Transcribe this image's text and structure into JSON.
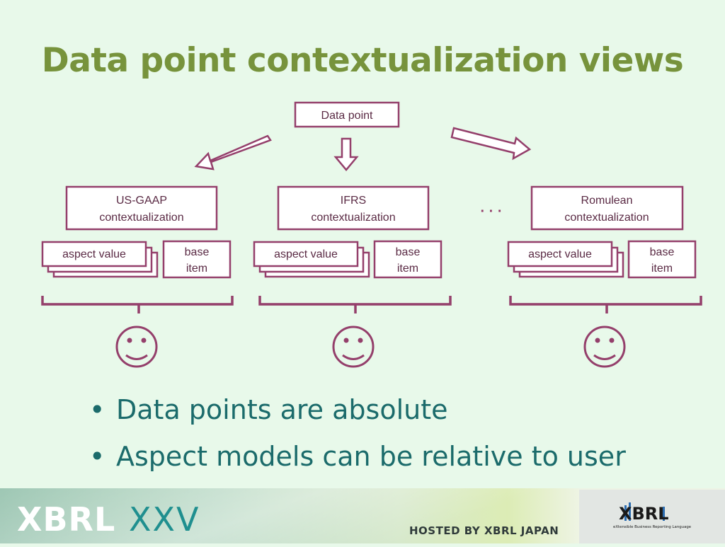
{
  "slide": {
    "title": "Data point contextualization views"
  },
  "diagram": {
    "root_label": "Data point",
    "ellipsis": "· · ·",
    "columns": [
      {
        "header": [
          "US-GAAP",
          "contextualization"
        ],
        "aspect_label": "aspect value",
        "base_label": [
          "base",
          "item"
        ]
      },
      {
        "header": [
          "IFRS",
          "contextualization"
        ],
        "aspect_label": "aspect value",
        "base_label": [
          "base",
          "item"
        ]
      },
      {
        "header": [
          "Romulean",
          "contextualization"
        ],
        "aspect_label": "aspect value",
        "base_label": [
          "base",
          "item"
        ]
      }
    ],
    "colors": {
      "stroke": "#943f6b",
      "box_fill": "#ffffff",
      "text": "#5a2a44"
    }
  },
  "bullets": [
    "Data points are absolute",
    "Aspect models can be relative to user"
  ],
  "footer": {
    "brand": "XBRL",
    "edition": "XXV",
    "hosted_by": "HOSTED BY XBRL JAPAN",
    "logo_mark": "XBRL",
    "logo_tagline": "eXtensible Business Reporting Language"
  }
}
